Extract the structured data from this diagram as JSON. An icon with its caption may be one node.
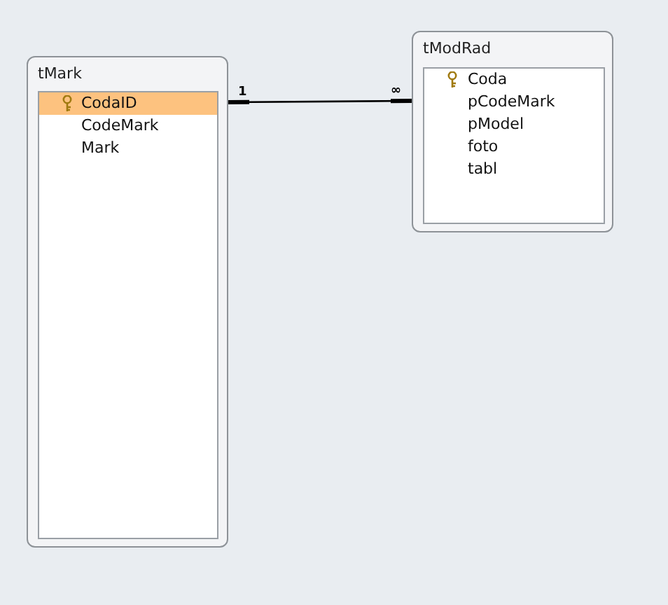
{
  "diagram": {
    "nodes": [
      {
        "text": [
          "tMark"
        ]
      },
      {
        "text": [
          "CodaID"
        ],
        "in": 0
      },
      {
        "text": [
          "CodeMark"
        ],
        "in": 0
      },
      {
        "text": [
          "Mark"
        ],
        "in": 0
      },
      {
        "text": [
          "tModRad"
        ]
      },
      {
        "text": [
          "Coda"
        ],
        "in": 4
      },
      {
        "text": [
          "pCodeMark"
        ],
        "in": 4
      },
      {
        "text": [
          "pModel"
        ],
        "in": 4
      },
      {
        "text": [
          "foto"
        ],
        "in": 4
      },
      {
        "text": [
          "tabl"
        ],
        "in": 4
      }
    ],
    "edges": [
      {
        "from": 1,
        "to": 6,
        "arrow": "other"
      }
    ],
    "labels": [
      "1",
      "∞"
    ]
  }
}
